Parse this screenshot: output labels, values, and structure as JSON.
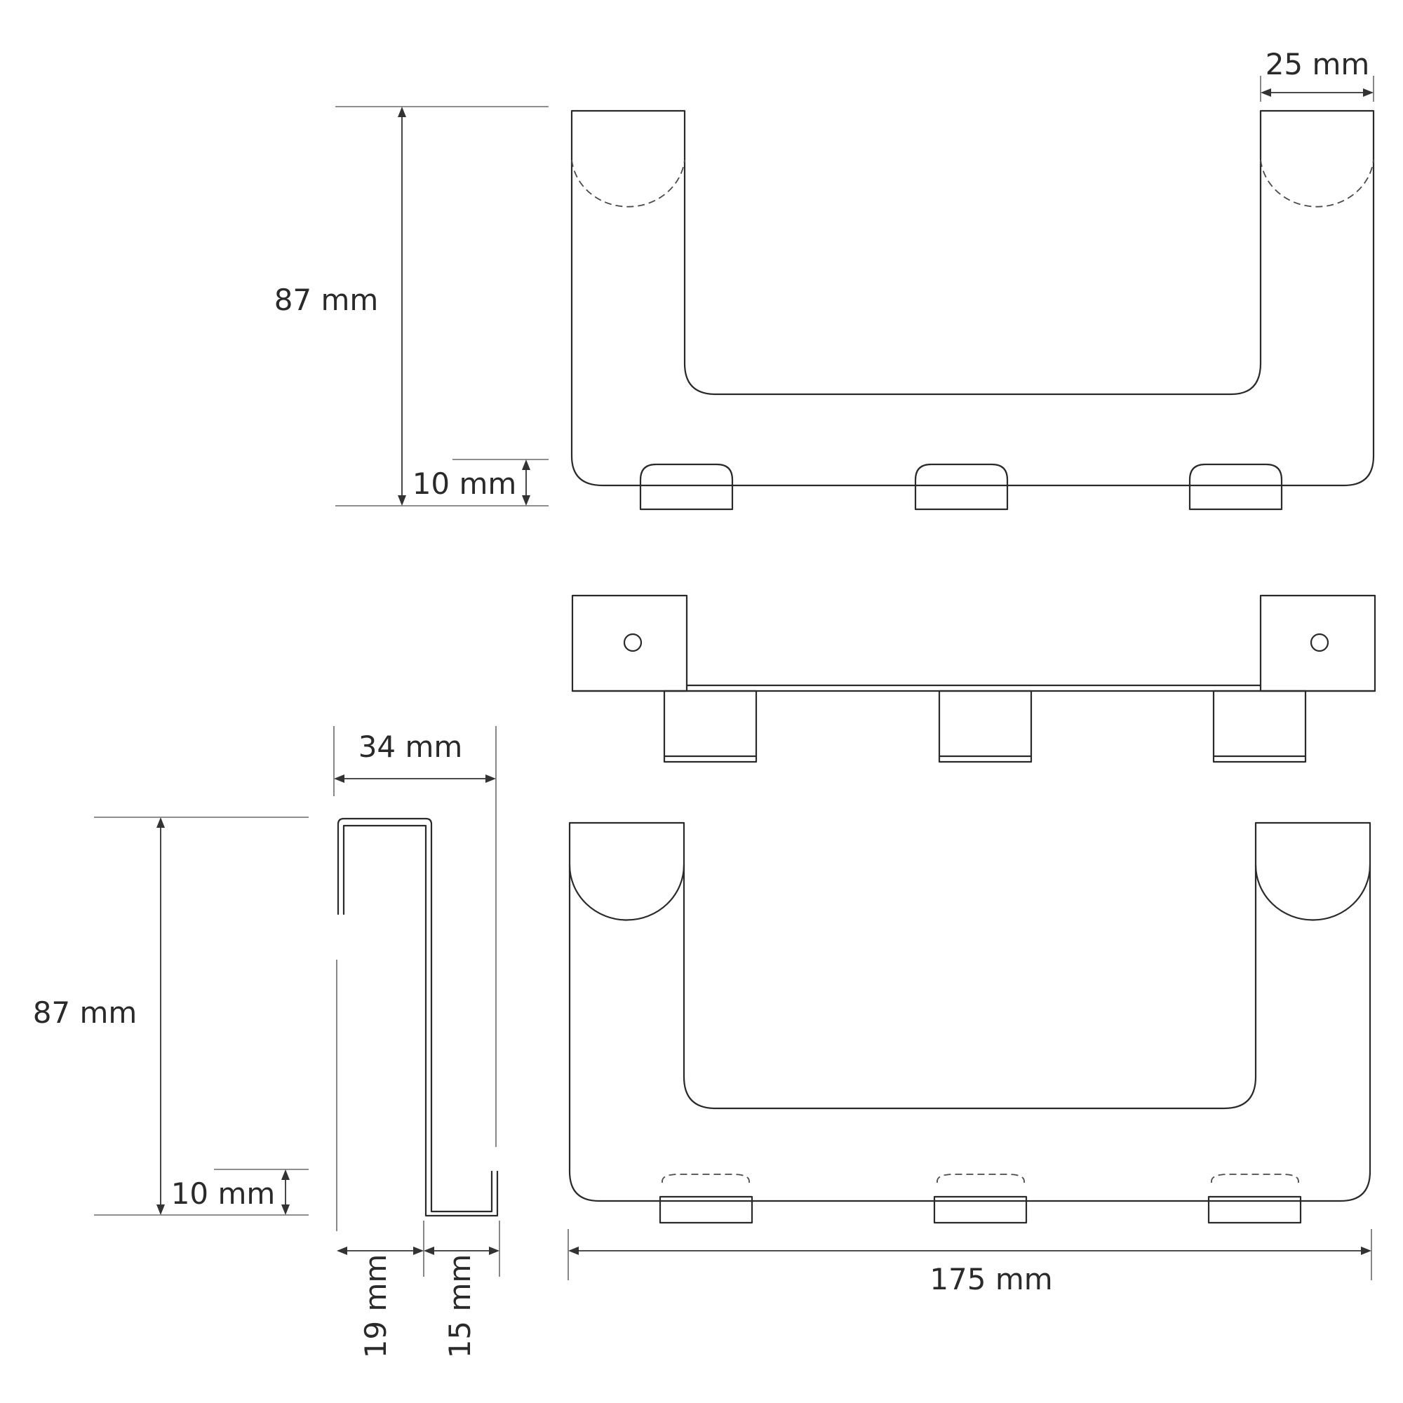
{
  "dimensions": {
    "top_width": "25 mm",
    "top_height": "87 mm",
    "top_foot": "10 mm",
    "side_depth": "34 mm",
    "side_height": "87 mm",
    "side_foot": "10 mm",
    "side_gap_left": "19 mm",
    "side_gap_right": "15 mm",
    "overall_width": "175 mm"
  },
  "colors": {
    "line": "#2a2a2a"
  }
}
